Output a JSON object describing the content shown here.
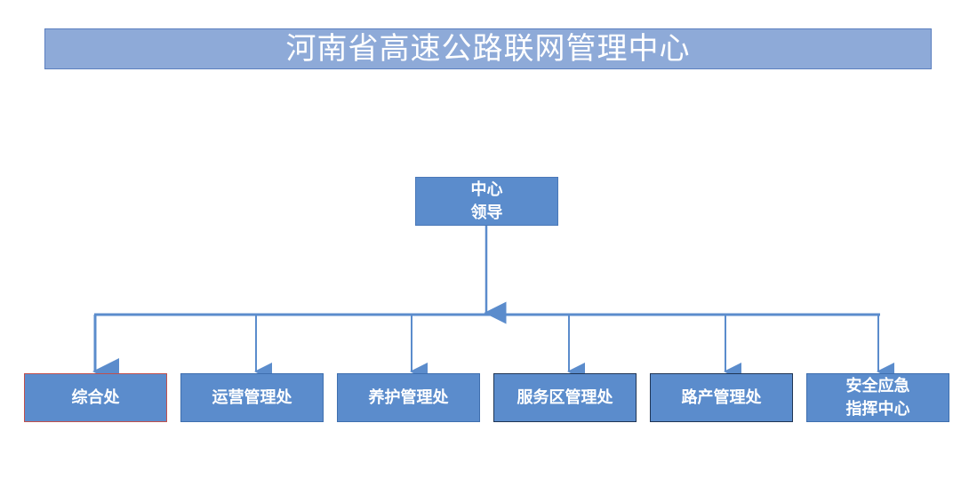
{
  "title": "河南省高速公路联网管理中心",
  "leader": {
    "line1": "中心",
    "line2": "领导"
  },
  "departments": [
    {
      "line1": "综合处",
      "line2": ""
    },
    {
      "line1": "运营管理处",
      "line2": ""
    },
    {
      "line1": "养护管理处",
      "line2": ""
    },
    {
      "line1": "服务区管理处",
      "line2": ""
    },
    {
      "line1": "路产管理处",
      "line2": ""
    },
    {
      "line1": "安全应急",
      "line2": "指挥中心"
    }
  ],
  "colors": {
    "title_bar": "#8eaad8",
    "box_fill": "#5b8ccc",
    "connector": "#5b8ccc",
    "text": "#ffffff"
  }
}
